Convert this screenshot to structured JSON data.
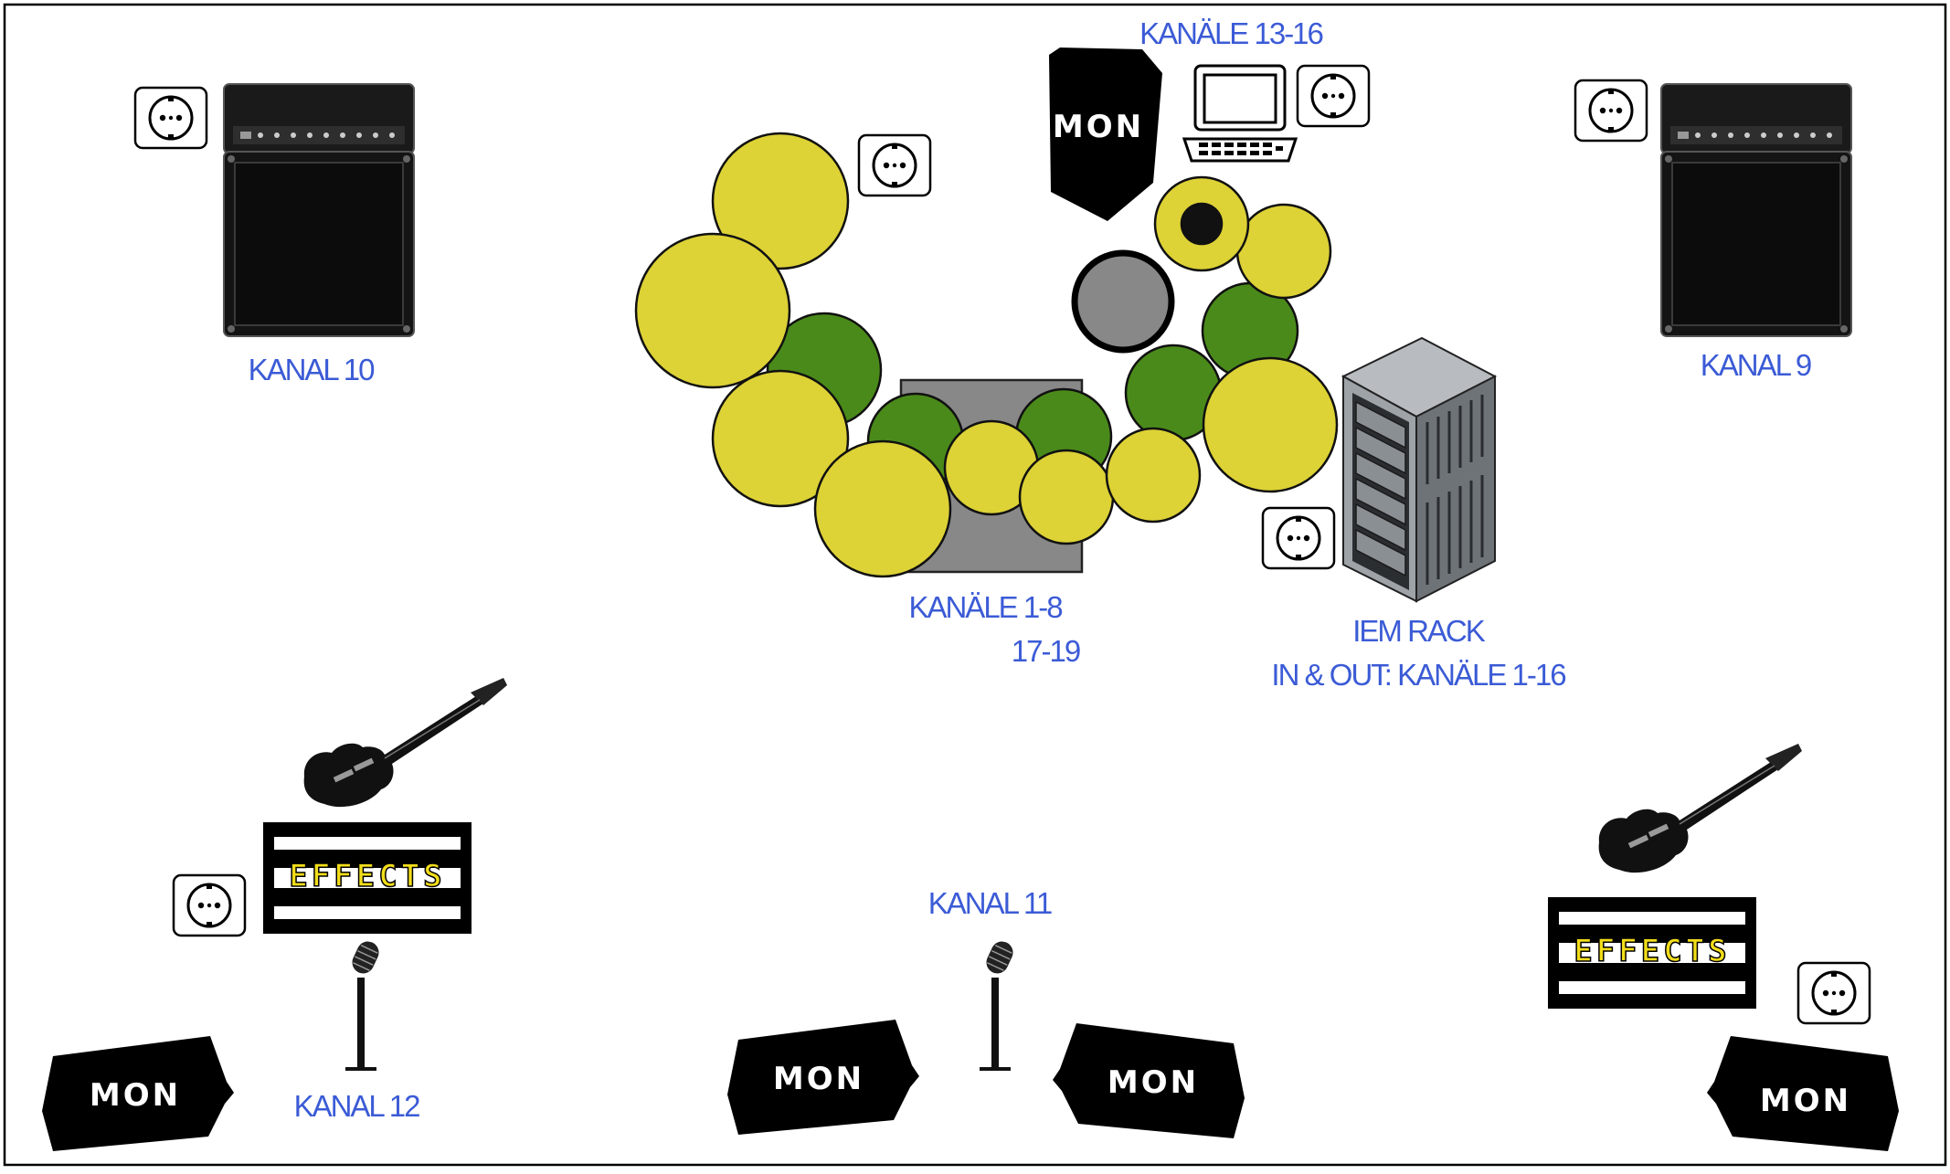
{
  "labels": {
    "kanal10": "KANAL 10",
    "kanal9": "KANAL 9",
    "kanaele_13_16": "KANÄLE 13-16",
    "kanaele_1_8": "KANÄLE 1-8",
    "kanaele_17_19": "17-19",
    "iem_rack": "IEM RACK",
    "iem_inout": "IN & OUT: KANÄLE 1-16",
    "kanal11": "KANAL 11",
    "kanal12": "KANAL 12"
  },
  "monitor_text": "MON",
  "effects_text": "EFFECTS",
  "colors": {
    "label": "#3b5bd6",
    "cymbal": "#ddd236",
    "drum_green": "#4a8a1a",
    "drum_riser": "#888888",
    "monitor": "#000000",
    "effects_letters": "#f2dd1a"
  }
}
